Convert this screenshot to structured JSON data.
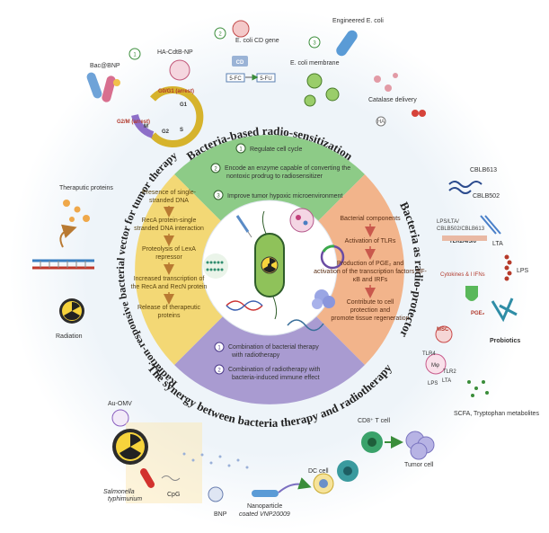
{
  "outer_ring": {
    "top_title": "Bacteria-based radio-sensitization",
    "right_title": "Bacteria as radio-protector",
    "left_title": "Radiation-responsive bacterial vector for tumor therapy",
    "bottom_title": "The synergy between bacteria therapy and radiotherapy"
  },
  "top_sector": {
    "items": [
      {
        "num": "1",
        "text": "Regulate cell cycle"
      },
      {
        "num": "2",
        "text_line1": "Encode an enzyme capable of converting the",
        "text_line2": "nontoxic prodrug to radiosensitizer"
      },
      {
        "num": "3",
        "text": "Improve tumor hypoxic microenvironment"
      }
    ]
  },
  "left_sector": {
    "steps": [
      {
        "l1": "Presence of single-",
        "l2": "stranded DNA"
      },
      {
        "l1": "RecA protein-single",
        "l2": "stranded DNA interaction"
      },
      {
        "l1": "Proteolysis of LexA",
        "l2": "repressor"
      },
      {
        "l1": "Increased transcription of",
        "l2": "the RecA and RecN protein"
      },
      {
        "l1": "Release of therapeutic",
        "l2": "proteins"
      }
    ]
  },
  "right_sector": {
    "steps": [
      {
        "l1": "Bacterial components",
        "l2": "",
        "l3": ""
      },
      {
        "l1": "Activation of TLRs",
        "l2": "",
        "l3": ""
      },
      {
        "l1": "Production of PGE₂ and",
        "l2": "activation of the transcription factors NF-",
        "l3": "κB and IRFs"
      },
      {
        "l1": "Contribute to cell",
        "l2": "protection and",
        "l3": "promote tissue regeneration"
      }
    ]
  },
  "bottom_sector": {
    "items": [
      {
        "num": "1",
        "l1": "Combination of bacterial therapy",
        "l2": "with radiotherapy"
      },
      {
        "num": "2",
        "l1": "Combination of radiotherapy with",
        "l2": "bacteria-induced immune effect"
      }
    ]
  },
  "outer_labels": {
    "bac_bnp": "Bac@BNP",
    "ha_cdb": "HA-CdtB-NP",
    "g0g1": "G0/G1 (arrest)",
    "g2m": "G2/M (arrest)",
    "g1": "G1",
    "s": "S",
    "g2": "G2",
    "m": "M",
    "num1": "1",
    "num2": "2",
    "num3": "3",
    "ecoli_cd": "E. coli CD gene",
    "cd": "CD",
    "fc": "5-FC",
    "fu": "5-FU",
    "engineered_ecoli": "Engineered E. coli",
    "ecoli_membrane": "E. coli membrane",
    "catalase": "Catalase delivery",
    "ha": "HA",
    "cblb613": "CBLB613",
    "cblb502": "CBLB502",
    "lps_lta": "LPS/LTA/",
    "cblb_pair": "CBLB502/CBLB613",
    "tlrs": "TLR2/4/5/6",
    "lta": "LTA",
    "cytokines": "Cytokines & I IFNs",
    "lps": "LPS",
    "pge2": "PGE₂",
    "msc": "MSC",
    "probiotics": "Probiotics",
    "tlr4": "TLR4",
    "tlr2": "TLR2",
    "mp": "Mφ",
    "lps2": "LPS",
    "lta2": "LTA",
    "scfa": "SCFA, Tryptophan metabolites",
    "cd8": "CD8⁺ T cell",
    "tumor_cell": "Tumor cell",
    "dc_cell": "DC cell",
    "nano": "Nanoparticle",
    "nano2": "coated VNP20009",
    "bnp": "BNP",
    "cpg": "CpG",
    "salmonella": "Salmonella",
    "salmonella2": "typhimurium",
    "au_omv": "Au-OMV",
    "theraputic": "Theraputic proteins",
    "radiation": "Radiation"
  },
  "colors": {
    "top": "#8dcb87",
    "left": "#f3d875",
    "right": "#f2b48b",
    "bottom": "#a99bd1",
    "ring": "#e6eef6",
    "arrow": "#b97a32"
  }
}
